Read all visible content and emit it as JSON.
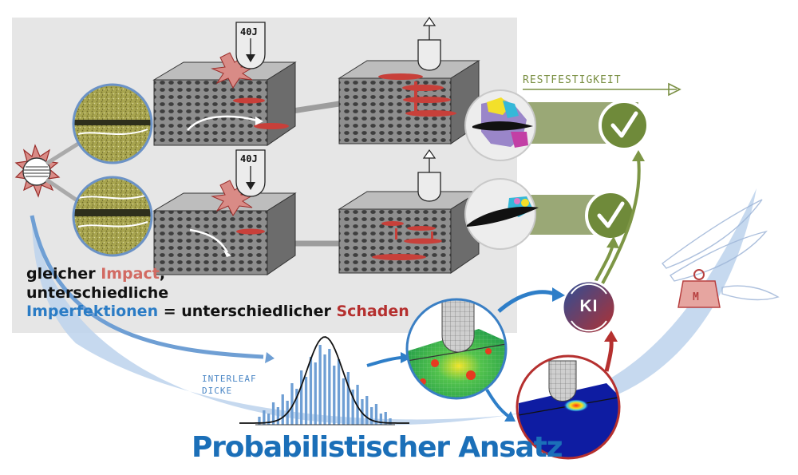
{
  "caption": {
    "line1_a": "gleicher ",
    "line1_impact": "Impact",
    "line1_b": ",",
    "line2": "unterschiedliche",
    "line3_imperfektionen": "Imperfektionen",
    "line3_mid": " = unterschiedlicher ",
    "line3_schaden": "Schaden"
  },
  "labels": {
    "restfestigkeit": "RESTFESTIGKEIT",
    "interleaf_line1": "INTERLEAF",
    "interleaf_line2": "DICKE",
    "impact_energy_top": "40J",
    "impact_energy_bottom": "40J",
    "ki": "KI",
    "weight": "M"
  },
  "title": "Probabilistischer Ansatz",
  "colors": {
    "impact": "#d26a62",
    "imperfektionen": "#2b7cc5",
    "schaden": "#b5302f",
    "title": "#1b6fb8",
    "restfestigkeit": "#7a8f43",
    "check_green": "#6f8a3a",
    "ki_red": "#b5302f",
    "ki_blue": "#2a4f9a",
    "gray_panel": "#e6e6e6"
  },
  "distribution": {
    "bars": [
      0.1,
      0.18,
      0.14,
      0.28,
      0.22,
      0.38,
      0.3,
      0.52,
      0.45,
      0.68,
      0.6,
      0.85,
      0.78,
      1.0,
      0.88,
      0.95,
      0.74,
      0.82,
      0.58,
      0.66,
      0.44,
      0.5,
      0.32,
      0.36,
      0.22,
      0.26,
      0.14,
      0.16,
      0.08
    ]
  }
}
